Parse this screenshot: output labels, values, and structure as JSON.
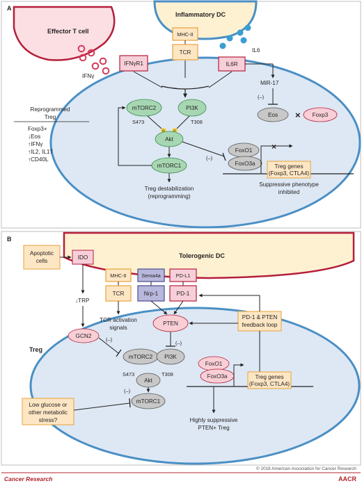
{
  "panel_a": {
    "letter": "A",
    "effector_t_cell": "Effector T cell",
    "inflammatory_dc": "Inflammatory DC",
    "mhc_ii": "MHC-II",
    "tcr": "TCR",
    "ifng_r1": "IFNγR1",
    "ifng": "IFNγ",
    "il6r": "IL6R",
    "il6": "IL6",
    "mir17": "MiR-17",
    "inhibit_mark_1": "(–)",
    "eos": "Eos",
    "times_mark": "×",
    "foxp3": "Foxp3",
    "mtorc2": "mTORC2",
    "pi3k": "PI3K",
    "s473": "S473",
    "t308": "T308",
    "phospho": "P",
    "akt": "Akt",
    "inhibit_mark_2": "(–)",
    "foxo1": "FoxO1",
    "foxo3a": "FoxO3a",
    "mtorc1": "mTORC1",
    "treg_genes_line1": "Treg genes",
    "treg_genes_line2": "(Foxp3, CTLA4)",
    "suppressive_line1": "Suppressive phenotype",
    "suppressive_line2": "inhibited",
    "destab_line1": "Treg destabilization",
    "destab_line2": "(reprogramming)",
    "reprogrammed_line1": "Reprogrammed",
    "reprogrammed_line2": "Treg",
    "markers": [
      "Foxp3+",
      "↓Eos",
      "↑IFNγ",
      "↑IL2, IL17",
      "↑CD40L"
    ]
  },
  "panel_b": {
    "letter": "B",
    "apoptotic_line1": "Apoptotic",
    "apoptotic_line2": "cells",
    "ido": "IDO",
    "tolerogenic_dc": "Tolerogenic DC",
    "mhc_ii": "MHC-II",
    "tcr": "TCR",
    "sema4a": "Sema4a",
    "nrp1": "Nrp-1",
    "pdl1": "PD-L1",
    "pd1": "PD-1",
    "trp": "↓TRP",
    "tcr_signal_line1": "TCR activation",
    "tcr_signal_line2": "signals",
    "pten": "PTEN",
    "feedback_line1": "PD-1 & PTEN",
    "feedback_line2": "feedback loop",
    "gcn2": "GCN2",
    "inhibit_mark_1": "(–)",
    "inhibit_mark_2": "(–)",
    "inhibit_mark_3": "(–)",
    "mtorc2": "mTORC2",
    "pi3k": "PI3K",
    "foxo1": "FoxO1",
    "foxo3a": "FoxO3a",
    "treg": "Treg",
    "s473": "S473",
    "t308": "T308",
    "akt": "Akt",
    "treg_genes_line1": "Treg genes",
    "treg_genes_line2": "(Foxp3, CTLA4)",
    "stress_line1": "Low glucose or",
    "stress_line2": "other metabolic",
    "stress_line3": "stress?",
    "mtorc1": "mTORC1",
    "suppressive_line1": "Highly suppressive",
    "suppressive_line2": "PTEN+ Treg"
  },
  "footer": {
    "copyright": "© 2018 American Association for Cancer Research",
    "journal": "Cancer Research",
    "publisher": "AACR"
  },
  "colors": {
    "cell_fill": "#dde8f4",
    "cell_stroke": "#4a8fc4",
    "dc_fill": "#fdf1d2",
    "tcell_fill": "#fbdfe3",
    "tcell_stroke": "#b41e3b",
    "green_fill": "#a7d7b2",
    "gray_fill": "#c8c8c8",
    "pink_fill": "#f9cfd6",
    "box_pink": "#f7cfd8",
    "box_orange": "#fde6c4",
    "box_violet": "#b8b7dc",
    "dots": "#d43a5a",
    "il6_dots": "#3a9ed0",
    "footer_red": "#b0232a"
  }
}
